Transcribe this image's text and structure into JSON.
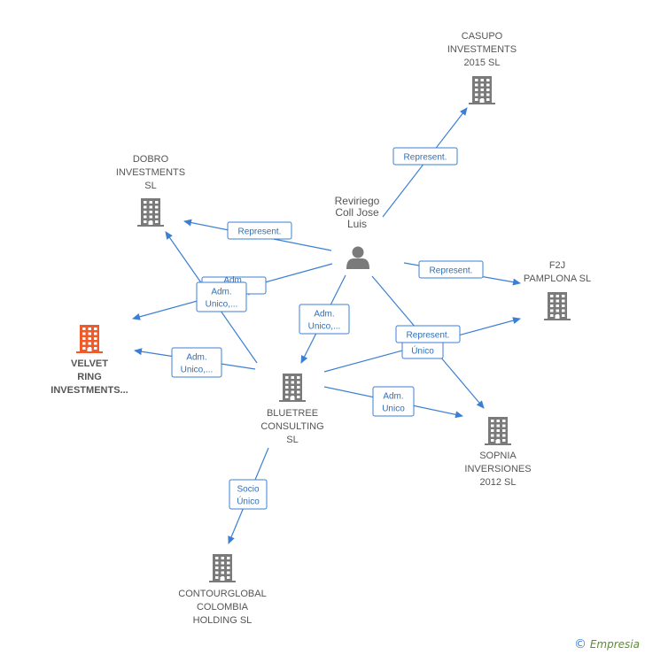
{
  "colors": {
    "edge": "#3b7fd4",
    "company": "#7a7a7a",
    "focus": "#f05a28",
    "person": "#7a7a7a"
  },
  "person": {
    "lines": [
      "Reviriego",
      "Coll Jose",
      "Luis"
    ],
    "icon": "person-icon"
  },
  "companies": [
    {
      "id": "casupo",
      "lines": [
        "CASUPO",
        "INVESTMENTS",
        "2015  SL"
      ],
      "icon": "building-icon"
    },
    {
      "id": "dobro",
      "lines": [
        "DOBRO",
        "INVESTMENTS",
        "SL"
      ],
      "icon": "building-icon"
    },
    {
      "id": "f2j",
      "lines": [
        "F2J",
        "PAMPLONA  SL"
      ],
      "icon": "building-icon"
    },
    {
      "id": "velvet",
      "lines": [
        "VELVET",
        "RING",
        "INVESTMENTS..."
      ],
      "icon": "building-icon",
      "focus": true
    },
    {
      "id": "bluetree",
      "lines": [
        "BLUETREE",
        "CONSULTING",
        "SL"
      ],
      "icon": "building-icon"
    },
    {
      "id": "sopnia",
      "lines": [
        "SOPNIA",
        "INVERSIONES",
        "2012 SL"
      ],
      "icon": "building-icon"
    },
    {
      "id": "contour",
      "lines": [
        "CONTOURGLOBAL",
        "COLOMBIA",
        "HOLDING  SL"
      ],
      "icon": "building-icon"
    }
  ],
  "edges": [
    {
      "id": "e1",
      "label": [
        "Represent."
      ]
    },
    {
      "id": "e2",
      "label": [
        "Represent."
      ]
    },
    {
      "id": "e3",
      "label": [
        "Represent."
      ]
    },
    {
      "id": "e4",
      "label": [
        "Adm.",
        "Unico,..."
      ]
    },
    {
      "id": "e5",
      "label": [
        "Adm.",
        "Unico,..."
      ]
    },
    {
      "id": "e6",
      "label": [
        "Adm.",
        "Unico,..."
      ]
    },
    {
      "id": "e7",
      "label": [
        "Adm.",
        "Unico"
      ]
    },
    {
      "id": "e8",
      "label": [
        "Socio",
        "Único"
      ]
    },
    {
      "id": "e9",
      "label": [
        "Socio",
        "Único"
      ]
    },
    {
      "id": "e10",
      "label": [
        "Adm.",
        "Unico,..."
      ]
    },
    {
      "id": "e11",
      "label": [
        "Represent."
      ]
    },
    {
      "id": "e12",
      "label": [
        "Represent."
      ]
    }
  ],
  "footer": {
    "copyright": "©",
    "brand": "Empresia"
  }
}
